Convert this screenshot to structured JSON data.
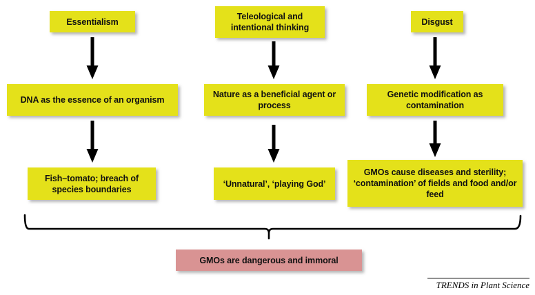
{
  "figure": {
    "type": "flow-diagram",
    "title": "",
    "colors": {
      "node_yellow": "#e4e11a",
      "node_pink": "#d99393",
      "arrow": "#000000",
      "brace": "#000000",
      "text": "#111111"
    },
    "columns": [
      {
        "id": "essentialism",
        "cause_label": "Essentialism",
        "belief_label": "DNA as the essence of an organism",
        "consequence_label": "Fish–tomato; breach of species boundaries"
      },
      {
        "id": "teleology",
        "cause_label": "Teleological and intentional thinking",
        "belief_label": "Nature as a beneficial agent or process",
        "consequence_label": "‘Unnatural’, ‘playing God’"
      },
      {
        "id": "disgust",
        "cause_label": "Disgust",
        "belief_label": "Genetic modification as contamination",
        "consequence_label": "GMOs cause diseases and sterility; ‘contamination’ of fields and food and/or feed"
      }
    ],
    "conclusion_label": "GMOs are dangerous and immoral",
    "footer": {
      "brand": "TRENDS",
      "text": "TRENDS in Plant Science"
    }
  }
}
